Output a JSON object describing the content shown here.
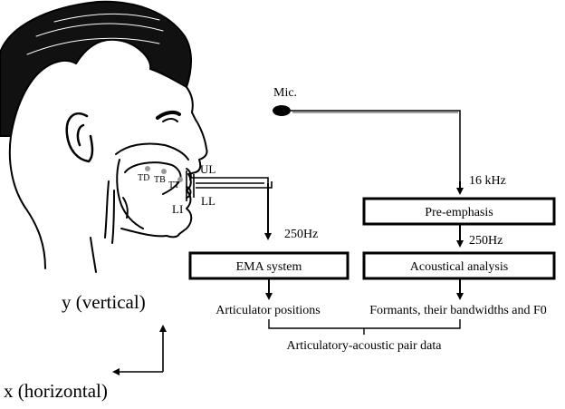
{
  "figure": {
    "sensor_labels": {
      "td": "TD",
      "tb": "TB",
      "tt": "TT",
      "ul": "UL",
      "ll": "LL",
      "li": "LI"
    },
    "mic_label": "Mic.",
    "rates": {
      "mic_sampling": "16 kHz",
      "ema_sampling": "250Hz",
      "acoustic_sampling": "250Hz"
    },
    "boxes": {
      "preemphasis": "Pre-emphasis",
      "ema_system": "EMA system",
      "acoustical_analysis": "Acoustical analysis"
    },
    "outputs": {
      "articulator_positions": "Articulator positions",
      "acoustic_features": "Formants, their bandwidths and F0",
      "pair_data": "Articulatory-acoustic pair data"
    },
    "axes": {
      "y_label": "y (vertical)",
      "x_label": "x (horizontal)"
    }
  }
}
